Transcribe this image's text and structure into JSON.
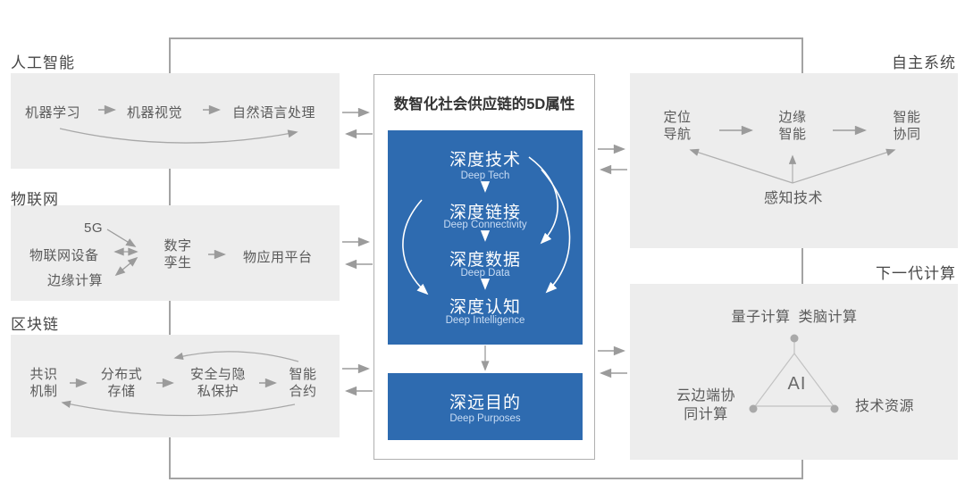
{
  "palette": {
    "accent_blue": "#2e6bb0",
    "panel_gray": "#ededed",
    "arrow_gray": "#9b9b9b",
    "frame_gray": "#a3a3a3",
    "title_dark": "#333333"
  },
  "sections": {
    "ai": {
      "label": "人工智能",
      "items": [
        "机器学习",
        "机器视觉",
        "自然语言处理"
      ]
    },
    "iot": {
      "label": "物联网",
      "sources": [
        "5G",
        "物联网设备",
        "边缘计算"
      ],
      "hub": [
        "数字",
        "孪生"
      ],
      "platform": "物应用平台"
    },
    "blockchain": {
      "label": "区块链",
      "nodes": [
        [
          "共识",
          "机制"
        ],
        [
          "分布式",
          "存储"
        ],
        [
          "安全与隐",
          "私保护"
        ],
        [
          "智能",
          "合约"
        ]
      ]
    },
    "autonomous": {
      "label": "自主系统",
      "nodes": [
        [
          "定位",
          "导航"
        ],
        [
          "边缘",
          "智能"
        ],
        [
          "智能",
          "协同"
        ]
      ],
      "base": "感知技术"
    },
    "nextgen": {
      "label": "下一代计算",
      "top_labels": [
        "量子计算",
        "类脑计算"
      ],
      "center_label": "AI",
      "left_label": [
        "云边端协",
        "同计算"
      ],
      "right_label": "技术资源"
    },
    "core": {
      "title": "数智化社会供应链的5D属性",
      "steps": [
        {
          "zh": "深度技术",
          "en": "Deep Tech"
        },
        {
          "zh": "深度链接",
          "en": "Deep Connectivity"
        },
        {
          "zh": "深度数据",
          "en": "Deep Data"
        },
        {
          "zh": "深度认知",
          "en": "Deep Intelligence"
        }
      ],
      "purpose": {
        "zh": "深远目的",
        "en": "Deep Purposes"
      }
    }
  }
}
